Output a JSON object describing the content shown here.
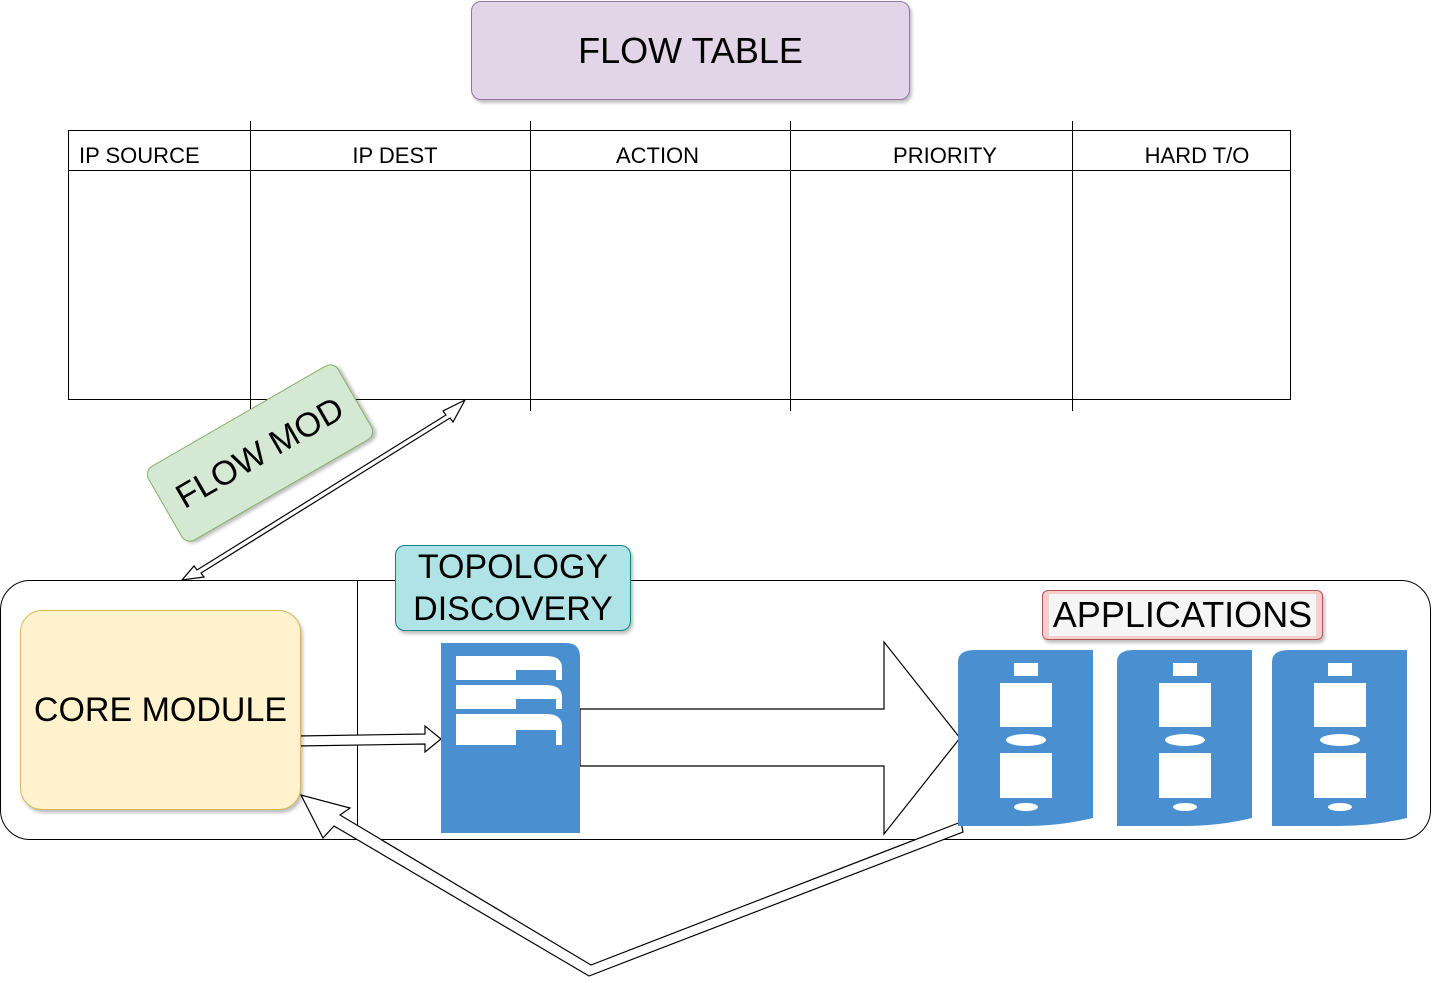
{
  "flow_table": {
    "title": "FLOW TABLE",
    "columns": [
      "IP SOURCE",
      "IP DEST",
      "ACTION",
      "PRIORITY",
      "HARD T/O"
    ]
  },
  "flow_mod": {
    "label": "FLOW MOD"
  },
  "core_module": {
    "label": "CORE MODULE"
  },
  "topology_discovery": {
    "line1": "TOPOLOGY",
    "line2": "DISCOVERY"
  },
  "applications": {
    "label": "APPLICATIONS"
  },
  "colors": {
    "flow_table_fill": "#e1d5e7",
    "flow_mod_fill": "#d5e8d4",
    "core_module_fill": "#fff2cc",
    "topology_fill": "#b0e3e6",
    "applications_fill": "#f8cecc",
    "icon_blue": "#4a90d0"
  }
}
